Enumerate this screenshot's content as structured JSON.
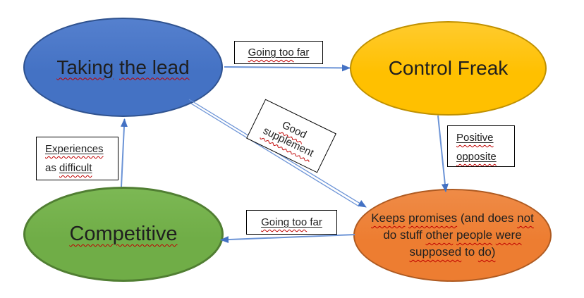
{
  "nodes": [
    {
      "id": "taking-the-lead",
      "fill": "#4472C4",
      "border": "#2F528F",
      "lines": [
        [
          {
            "t": "Taking",
            "sq": true
          },
          {
            "t": " "
          },
          {
            "t": "the lead",
            "sq": true
          }
        ]
      ]
    },
    {
      "id": "control-freak",
      "fill": "#FFC000",
      "border": "#BF9000",
      "lines": [
        [
          {
            "t": "Control Freak"
          }
        ]
      ]
    },
    {
      "id": "competitive",
      "fill": "#70AD47",
      "border": "#507E32",
      "lines": [
        [
          {
            "t": "Competitive",
            "sq": true
          }
        ]
      ]
    },
    {
      "id": "keeps-promises",
      "fill": "#ED7D31",
      "border": "#AE5A21",
      "lines": [
        [
          {
            "t": "Keeps",
            "sq": true
          },
          {
            "t": " "
          },
          {
            "t": "promises",
            "sq": true
          },
          {
            "t": " (and does "
          },
          {
            "t": "not",
            "sq": true
          }
        ],
        [
          {
            "t": "do stuff "
          },
          {
            "t": "other",
            "sq": true
          },
          {
            "t": " "
          },
          {
            "t": "people",
            "sq": true
          },
          {
            "t": " "
          },
          {
            "t": "were",
            "sq": true
          }
        ],
        [
          {
            "t": "supposed",
            "sq": true
          },
          {
            "t": " to "
          },
          {
            "t": "do)",
            "sq": true
          }
        ]
      ]
    }
  ],
  "labels": [
    {
      "id": "going-too-far-top",
      "lines": [
        [
          {
            "t": "Going too",
            "u": true,
            "sq": true
          },
          {
            "t": " ",
            "u": true
          },
          {
            "t": "far",
            "u": true
          }
        ]
      ]
    },
    {
      "id": "good-supplement",
      "lines": [
        [
          {
            "t": "Good",
            "sq": true
          }
        ],
        [
          {
            "t": "supplement",
            "sq": true
          }
        ]
      ]
    },
    {
      "id": "positive-opposite",
      "lines": [
        [
          {
            "t": "Positive",
            "u": true,
            "sq": true
          }
        ],
        [
          {
            "t": "opposite",
            "u": true,
            "sq": true
          }
        ]
      ]
    },
    {
      "id": "experiences-as-difficult",
      "lines": [
        [
          {
            "t": "Experiences",
            "u": true,
            "sq": true
          }
        ],
        [
          {
            "t": "as "
          },
          {
            "t": "difficult",
            "u": true,
            "sq": true
          }
        ]
      ]
    },
    {
      "id": "going-too-far-bottom",
      "lines": [
        [
          {
            "t": "Going too",
            "u": true,
            "sq": true
          },
          {
            "t": " ",
            "u": true
          },
          {
            "t": "far",
            "u": true
          }
        ]
      ]
    }
  ],
  "colors": {
    "arrow_line": "#6b93d6",
    "arrow_head": "#4472c4",
    "squiggle": "#c00000",
    "label_border": "#000000",
    "background": "#ffffff"
  }
}
